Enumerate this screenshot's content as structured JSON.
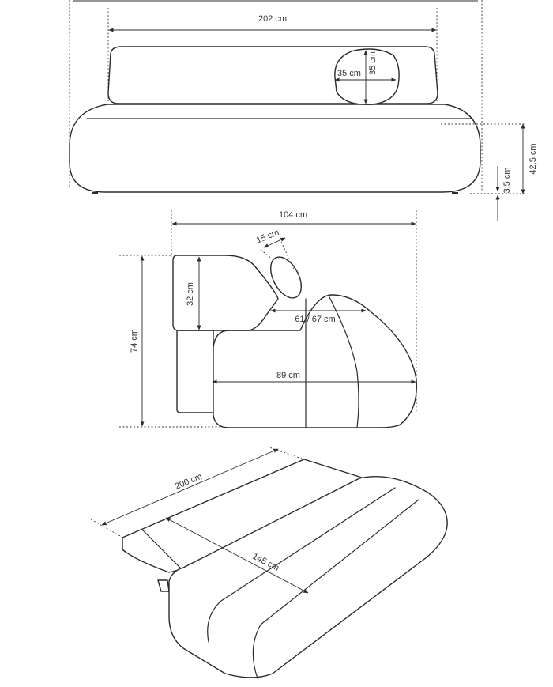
{
  "front_view": {
    "width_label": "202 cm",
    "pillow_width_label": "35 cm",
    "pillow_height_label": "35 cm",
    "height_label": "42,5 cm",
    "feet_label": "3,5 cm"
  },
  "side_view": {
    "depth_label": "104 cm",
    "pillow_depth_label": "15 cm",
    "back_height_label": "32 cm",
    "total_height_label": "74 cm",
    "seat_depth_label": "61 / 67 cm",
    "base_depth_label": "89 cm"
  },
  "bed_view": {
    "length_label": "200 cm",
    "width_label": "145 cm"
  },
  "colors": {
    "line": "#2b2b2b",
    "text": "#333333",
    "background": "#ffffff"
  }
}
